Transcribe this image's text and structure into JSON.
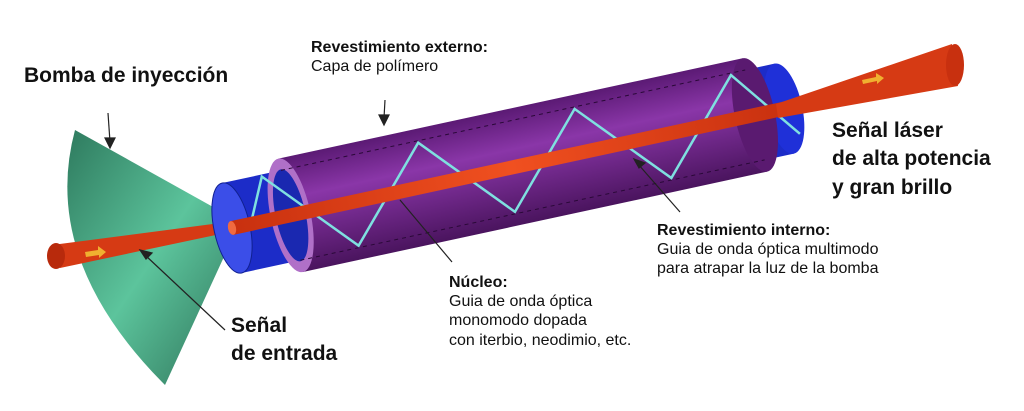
{
  "labels": {
    "pump": "Bomba de inyección",
    "outer_cladding": {
      "title": "Revestimiento externo:",
      "desc": "Capa de polímero"
    },
    "input_signal": {
      "line1": "Señal",
      "line2": "de entrada"
    },
    "core": {
      "title": "Núcleo:",
      "lines": [
        "Guia de onda óptica",
        "monomodo dopada",
        "con iterbio, neodimio, etc."
      ]
    },
    "inner_cladding": {
      "title": "Revestimiento interno:",
      "lines": [
        "Guia de onda óptica multimodo",
        "para atrapar la luz de la bomba"
      ]
    },
    "output_signal": {
      "lines": [
        "Señal láser",
        "de alta potencia",
        "y gran brillo"
      ]
    }
  },
  "colors": {
    "pump": "#3fa383",
    "outer_cladding": "#7b2a96",
    "inner_cladding": "#2433d6",
    "core": "#e2441a",
    "ray": "#7fe0e0"
  }
}
